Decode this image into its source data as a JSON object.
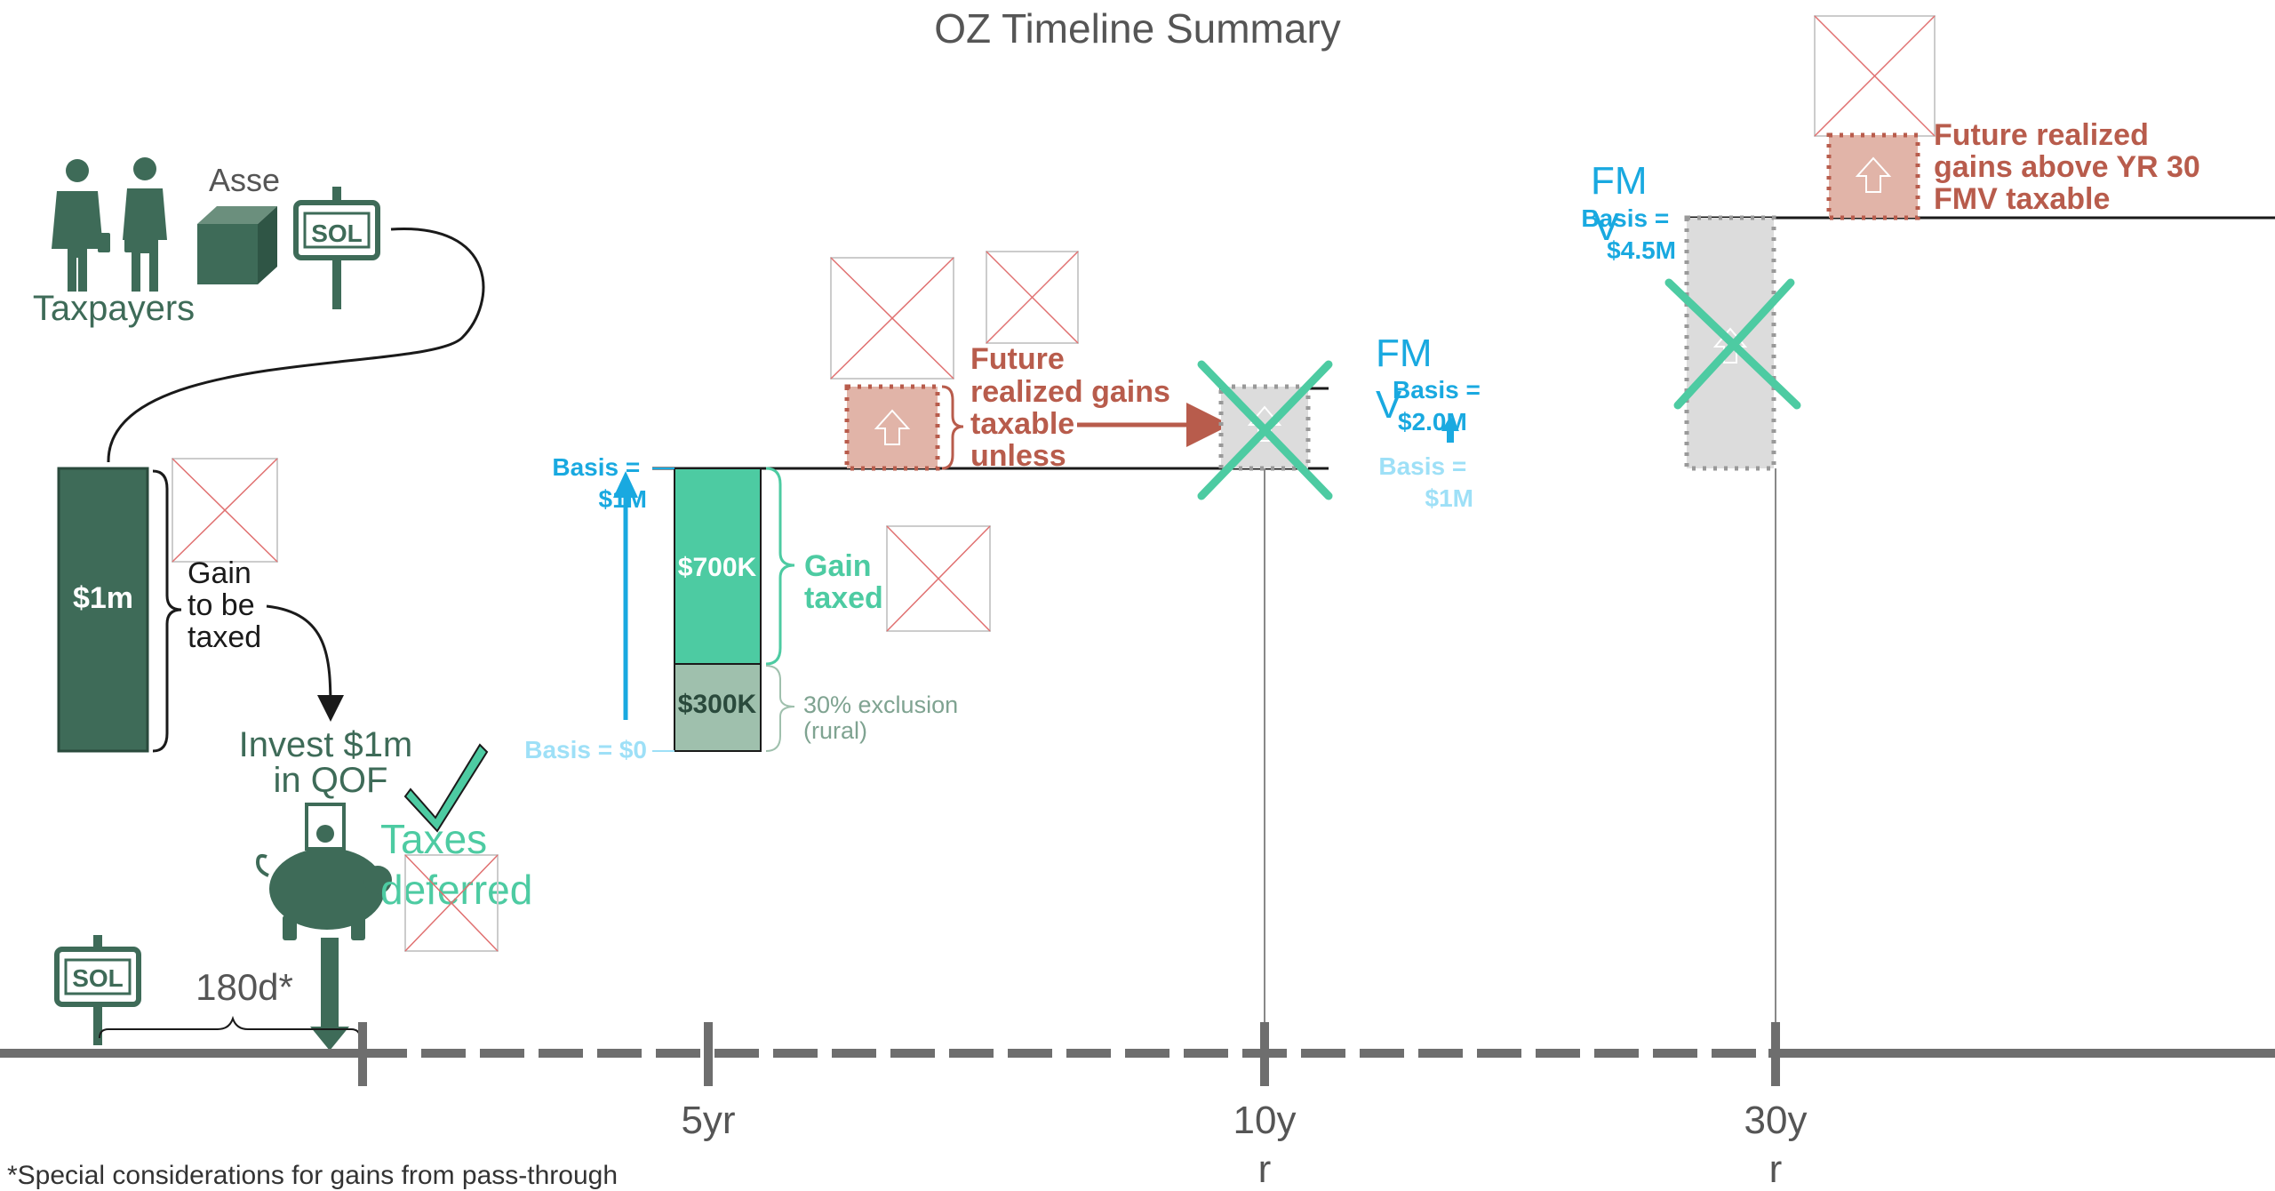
{
  "title": "OZ Timeline Summary",
  "colors": {
    "dark_green": "#3e6b58",
    "teal": "#4dcba2",
    "light_green": "#9fc0ad",
    "blue": "#19a9e0",
    "light_blue": "#9ee0f7",
    "red": "#b85c4c",
    "pink": "#e1b4a8",
    "gray_box": "#dcdcdc",
    "axis": "#6e6e6e"
  },
  "icons": {
    "taxpayers_label": "Taxpayers",
    "asset_label": "Asse",
    "sol_sign_left": "SOL",
    "sol_sign_bottom": "SOL"
  },
  "left": {
    "amount_label": "$1m",
    "gain_to_be_taxed": [
      "Gain",
      "to be",
      "taxed"
    ],
    "invest_text": [
      "Invest $1m",
      "in QOF"
    ],
    "taxes_deferred": [
      "Taxes",
      "deferred"
    ],
    "days_label": "180d*"
  },
  "stack_5yr": {
    "basis_top": [
      "Basis =",
      "$1M"
    ],
    "basis_bottom": "Basis = $0",
    "upper_value": "$700K",
    "lower_value": "$300K",
    "gain_taxed": [
      "Gain",
      "taxed"
    ],
    "exclusion": [
      "30% exclusion",
      "(rural)"
    ],
    "future_gains": [
      "Future",
      "realized gains",
      "taxable",
      "unless"
    ]
  },
  "yr10": {
    "fmv_label": [
      "FM",
      "V"
    ],
    "basis_new": [
      "Basis =",
      "$2.0M"
    ],
    "basis_old": [
      "Basis =",
      "$1M"
    ]
  },
  "yr30": {
    "fmv_label": [
      "FM",
      "V"
    ],
    "basis": [
      "Basis =",
      "$4.5M"
    ],
    "future_gains": [
      "Future realized",
      "gains above YR 30",
      "FMV taxable"
    ]
  },
  "timeline": {
    "ticks": [
      "5yr",
      "10y",
      "30y"
    ],
    "tick_suffix": [
      "r",
      "r"
    ]
  },
  "footnote": "*Special considerations for gains from pass-through"
}
